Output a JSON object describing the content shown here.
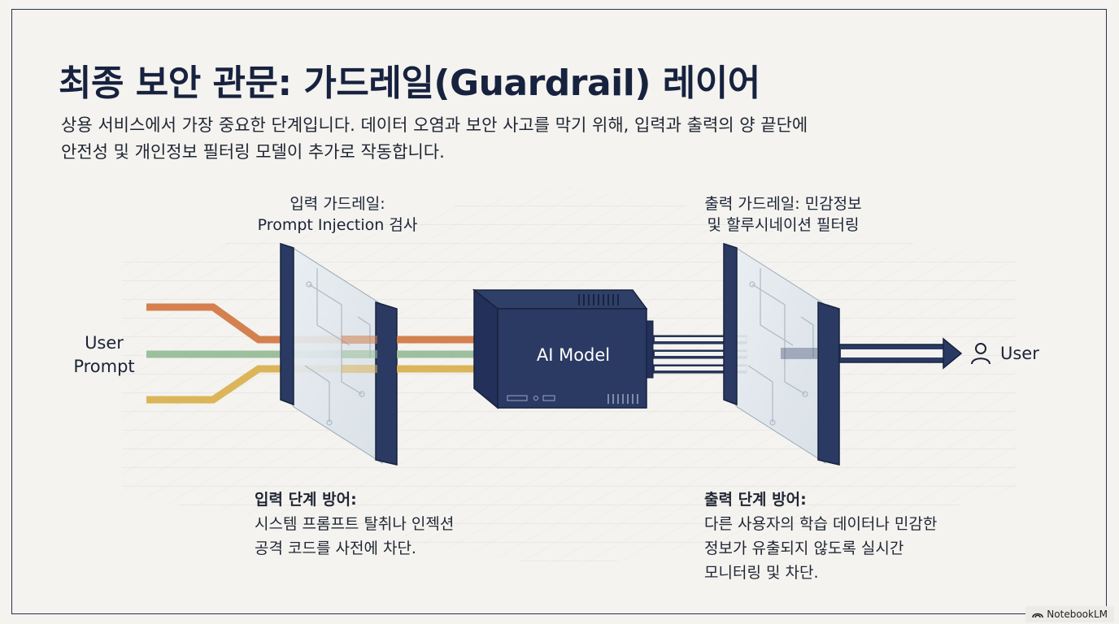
{
  "title": "최종 보안 관문: 가드레일(Guardrail) 레이어",
  "subtitle": {
    "line1": "상용 서비스에서 가장 중요한 단계입니다. 데이터 오염과 보안 사고를 막기 위해, 입력과 출력의 양 끝단에",
    "line2": "안전성 및 개인정보 필터링 모델이 추가로 작동합니다."
  },
  "input_guardrail": {
    "line1": "입력 가드레일:",
    "line2": "Prompt Injection 검사"
  },
  "output_guardrail": {
    "line1": "출력 가드레일: 민감정보",
    "line2": "및 할루시네이션 필터링"
  },
  "user_prompt": {
    "line1": "User",
    "line2": "Prompt"
  },
  "model": "AI Model",
  "user_out": "User",
  "input_defense": {
    "head": "입력 단계 방어:",
    "line1": "시스템 프롬프트 탈취나 인젝션",
    "line2": "공격 코드를 사전에 차단."
  },
  "output_defense": {
    "head": "출력 단계 방어:",
    "line1": "다른 사용자의 학습 데이터나 민감한",
    "line2": "정보가 유출되지 않도록 실시간",
    "line3": "모니터링 및 차단."
  },
  "watermark": "NotebookLM",
  "colors": {
    "navy": "#27375f",
    "orange": "#d4804f",
    "green": "#9cbf9c",
    "yellow": "#dcb55b"
  }
}
